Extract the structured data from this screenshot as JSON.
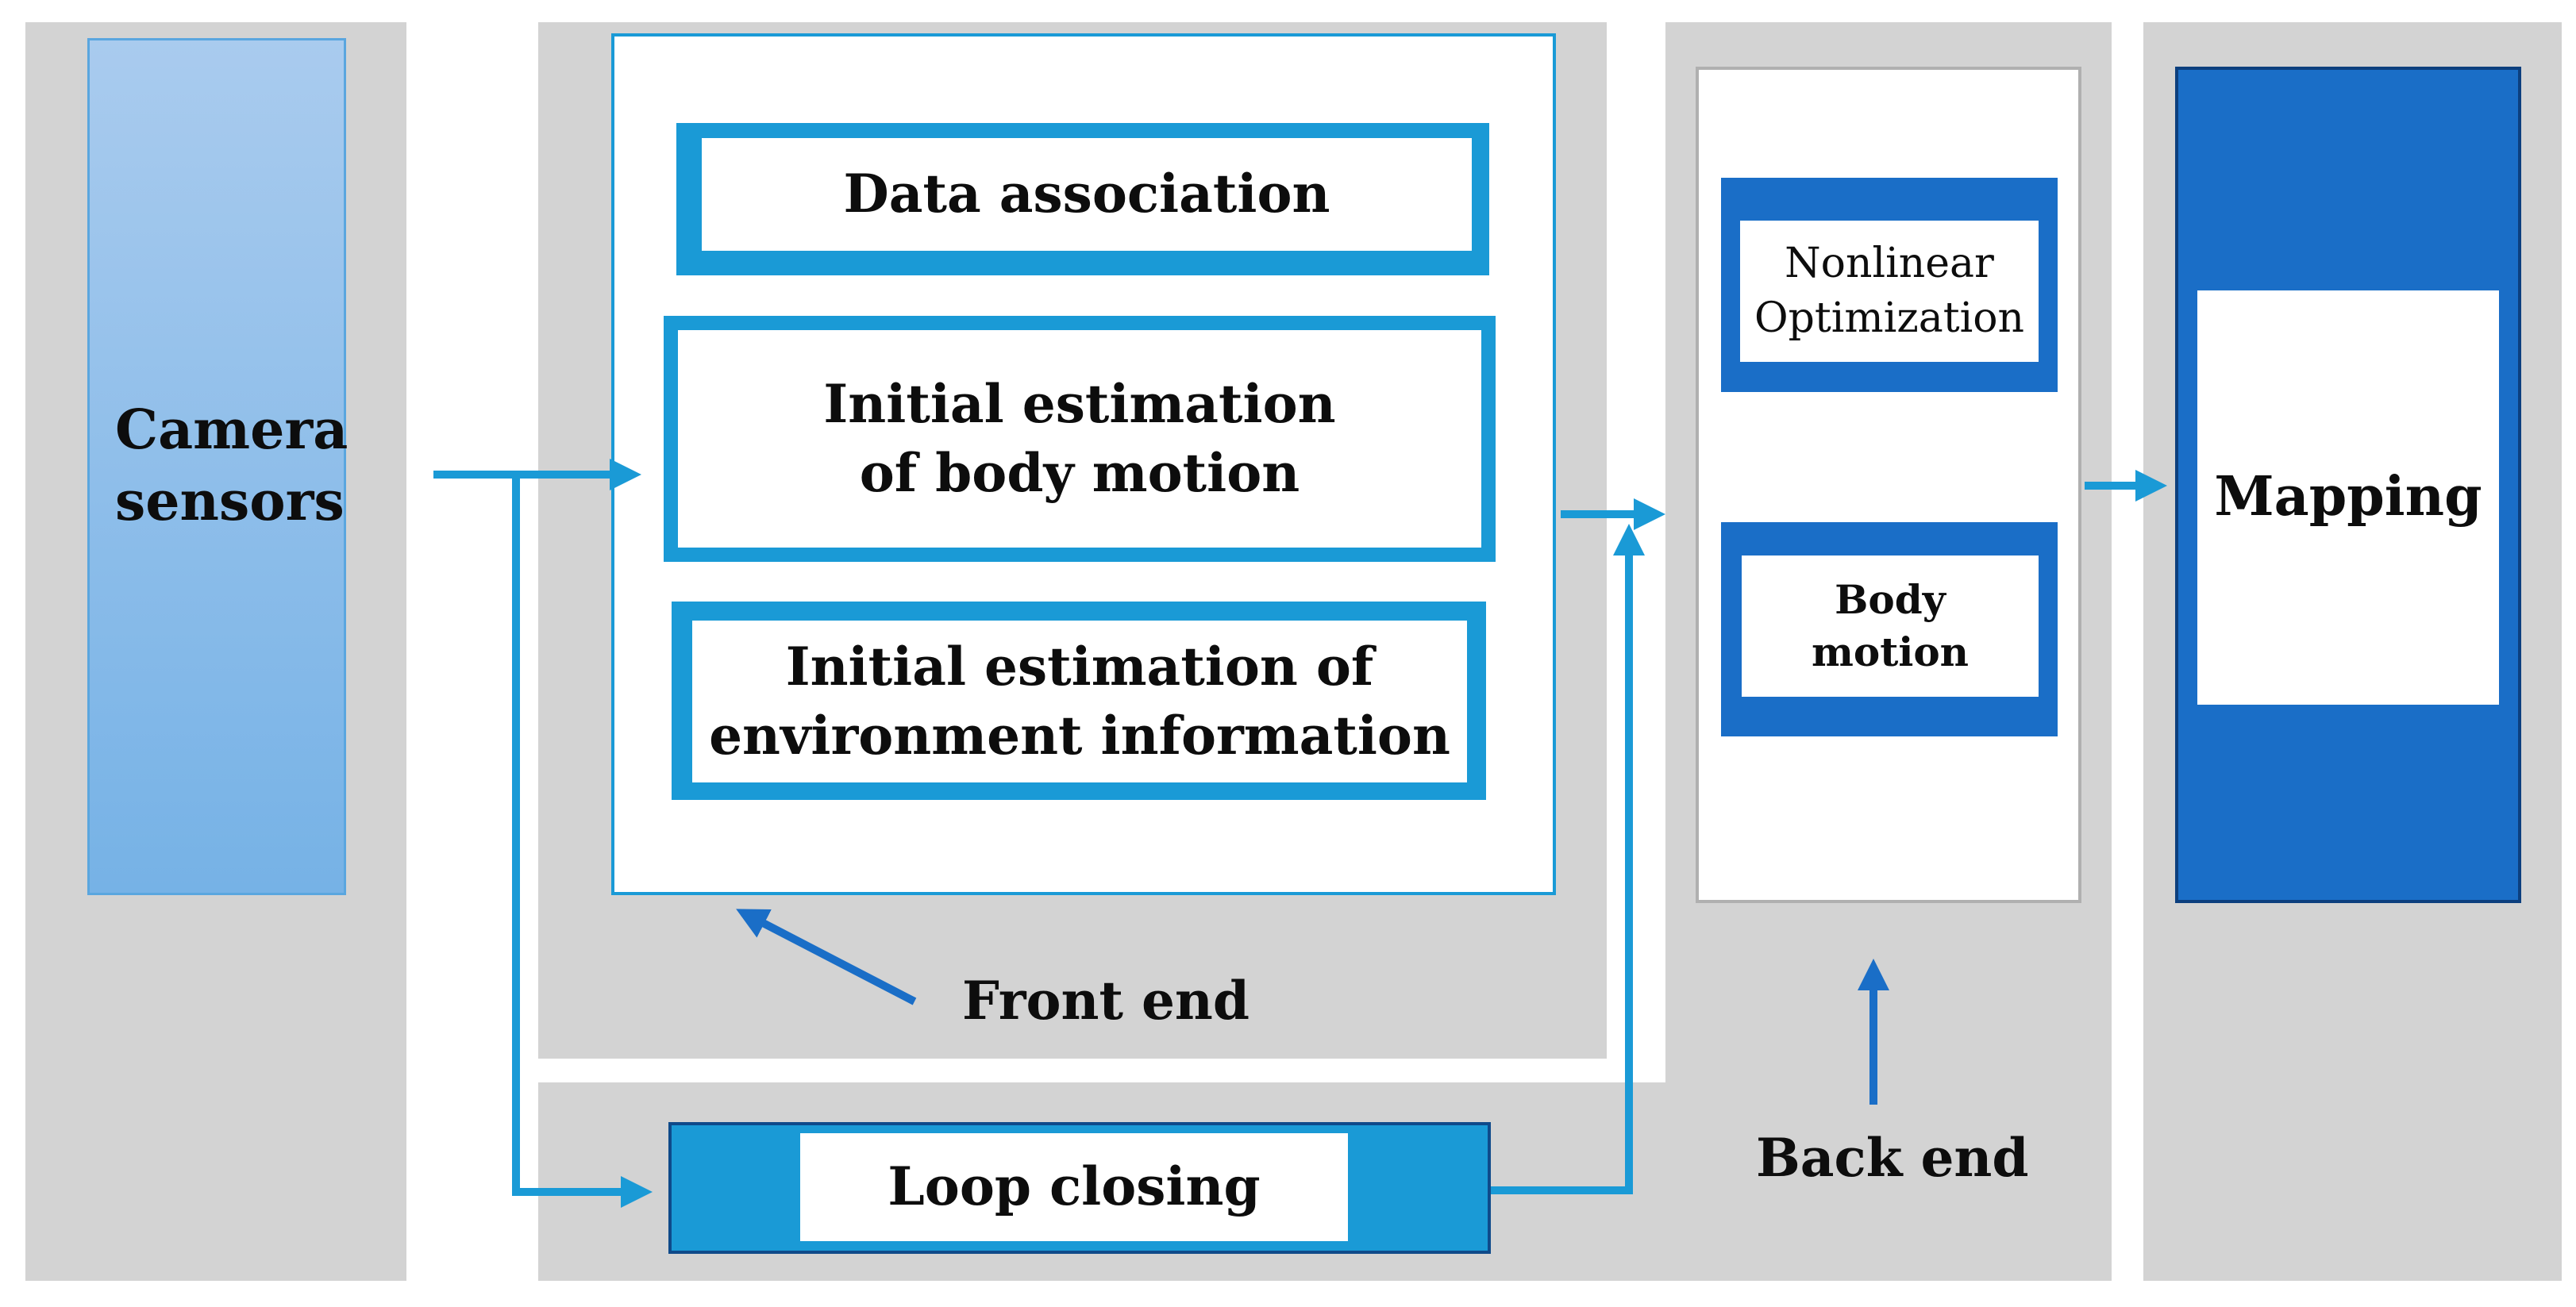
{
  "diagram": {
    "camera": {
      "label": "Camera\nsensors"
    },
    "front_end": {
      "label": "Front end",
      "data_association": "Data association",
      "initial_body_motion": "Initial estimation\nof body motion",
      "initial_environment": "Initial estimation of\nenvironment information"
    },
    "loop_closing": {
      "label": "Loop closing"
    },
    "back_end": {
      "label": "Back end",
      "nonlinear_optimization": "Nonlinear\nOptimization",
      "body_motion": "Body\nmotion"
    },
    "mapping": {
      "label": "Mapping"
    }
  },
  "colors": {
    "panel_gray": "#d3d3d3",
    "accent_blue": "#1a9ad6",
    "dark_blue": "#1a6ec7",
    "camera_top": "#a9cbee",
    "camera_bottom": "#76b2e6"
  }
}
